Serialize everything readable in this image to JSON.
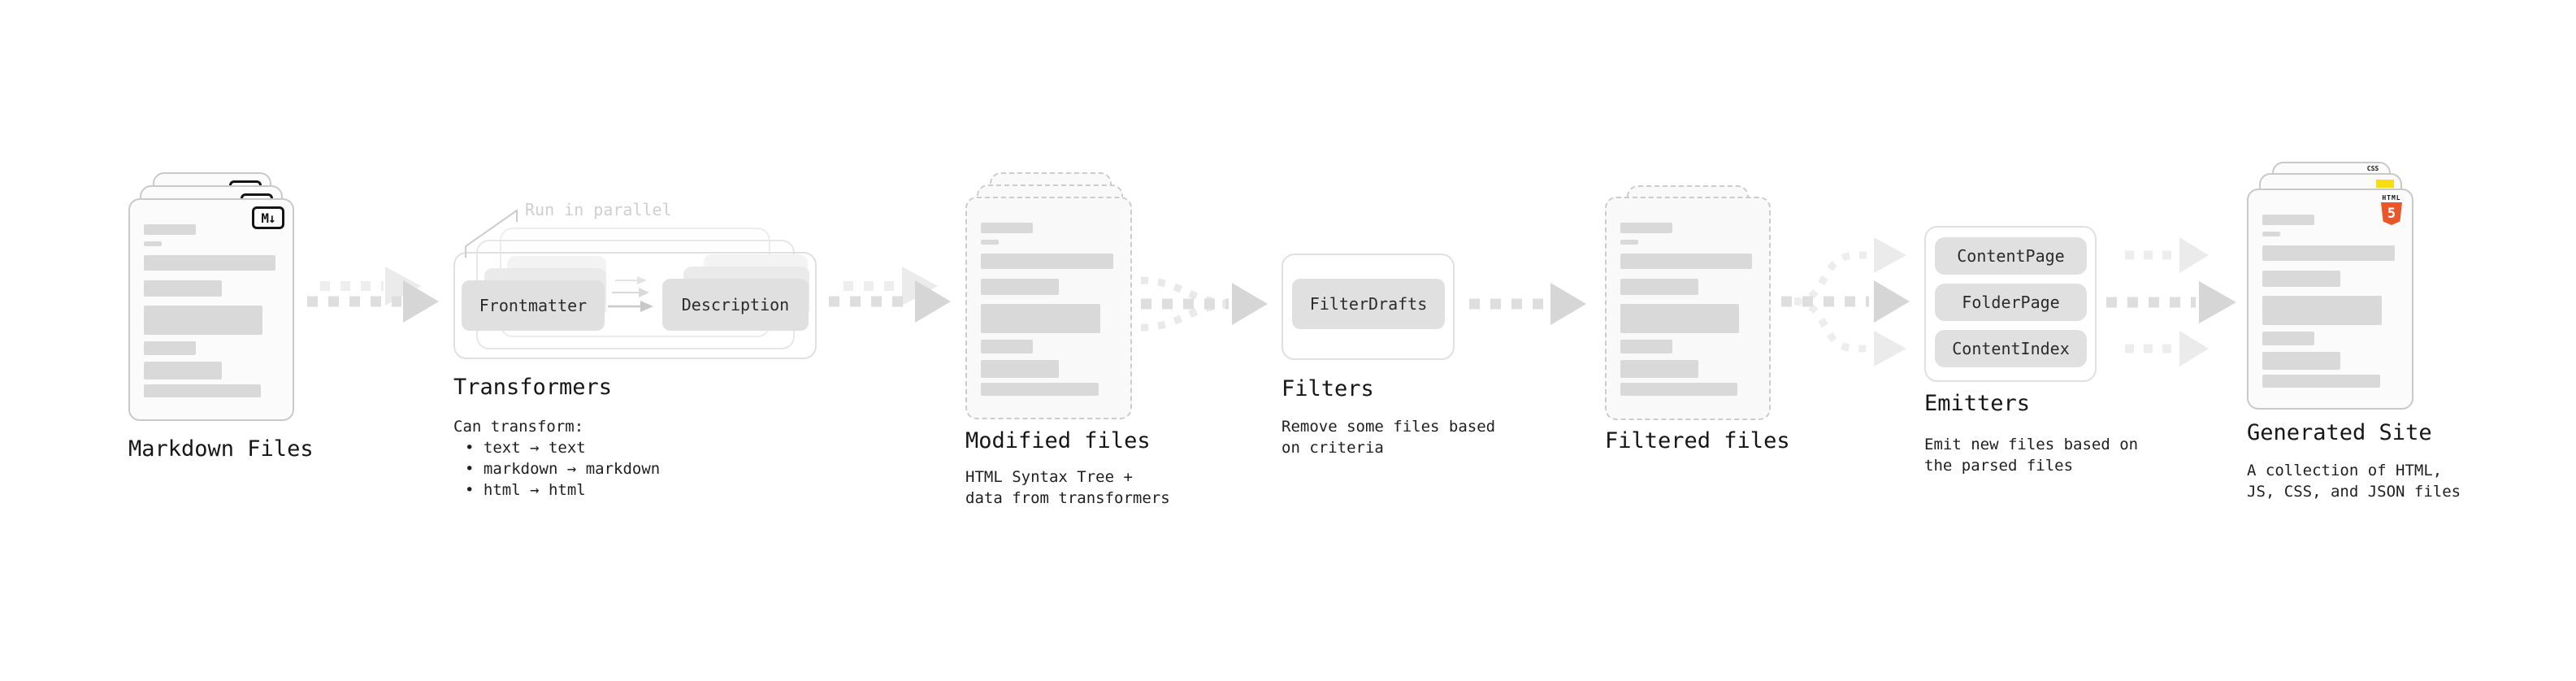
{
  "diagram_title_semantics": "static site generator pipeline",
  "stages": {
    "markdown": {
      "title": "Markdown Files",
      "badge": "M↓"
    },
    "transformers": {
      "title": "Transformers",
      "annotation": "Run in parallel",
      "chips": {
        "frontmatter": "Frontmatter",
        "description": "Description"
      },
      "note": {
        "line1": "Can transform:",
        "line2": "• text → text",
        "line3": "• markdown → markdown",
        "line4": "• html → html"
      }
    },
    "modified": {
      "title": "Modified files",
      "note": {
        "line1": "HTML Syntax Tree +",
        "line2": "data from transformers"
      }
    },
    "filters": {
      "title": "Filters",
      "chips": {
        "filterdrafts": "FilterDrafts"
      },
      "note": {
        "line1": "Remove some files based",
        "line2": "on criteria"
      }
    },
    "filtered": {
      "title": "Filtered files"
    },
    "emitters": {
      "title": "Emitters",
      "chips": {
        "contentpage": "ContentPage",
        "folderpage": "FolderPage",
        "contentindex": "ContentIndex"
      },
      "note": {
        "line1": "Emit new files based on",
        "line2": "the parsed files"
      }
    },
    "generated": {
      "title": "Generated Site",
      "badges": {
        "css_label": "CSS",
        "html_label": "HTML",
        "html_number": "5"
      },
      "note": {
        "line1": "A collection of HTML,",
        "line2": "JS, CSS, and JSON files"
      }
    }
  },
  "colors": {
    "css_blue": "#2965f1",
    "js_yellow": "#f5de19",
    "html5_orange": "#e8562a",
    "arrow_dark": "#dedede",
    "arrow_head_dark": "#d6d6d6",
    "arrow_light": "#eeeeee",
    "annotation_gray": "#cfcfcf",
    "card_bar_gray": "#d9d9d9"
  },
  "decor": {
    "file_card_bars": [
      {
        "t": 30,
        "w": 32,
        "h": 13
      },
      {
        "t": 51,
        "w": 11,
        "h": 6
      },
      {
        "t": 68,
        "w": 81,
        "h": 19
      },
      {
        "t": 99,
        "w": 48,
        "h": 20
      },
      {
        "t": 130,
        "w": 73,
        "h": 36
      },
      {
        "t": 174,
        "w": 32,
        "h": 17
      },
      {
        "t": 199,
        "w": 48,
        "h": 22
      },
      {
        "t": 227,
        "w": 72,
        "h": 16
      }
    ]
  }
}
